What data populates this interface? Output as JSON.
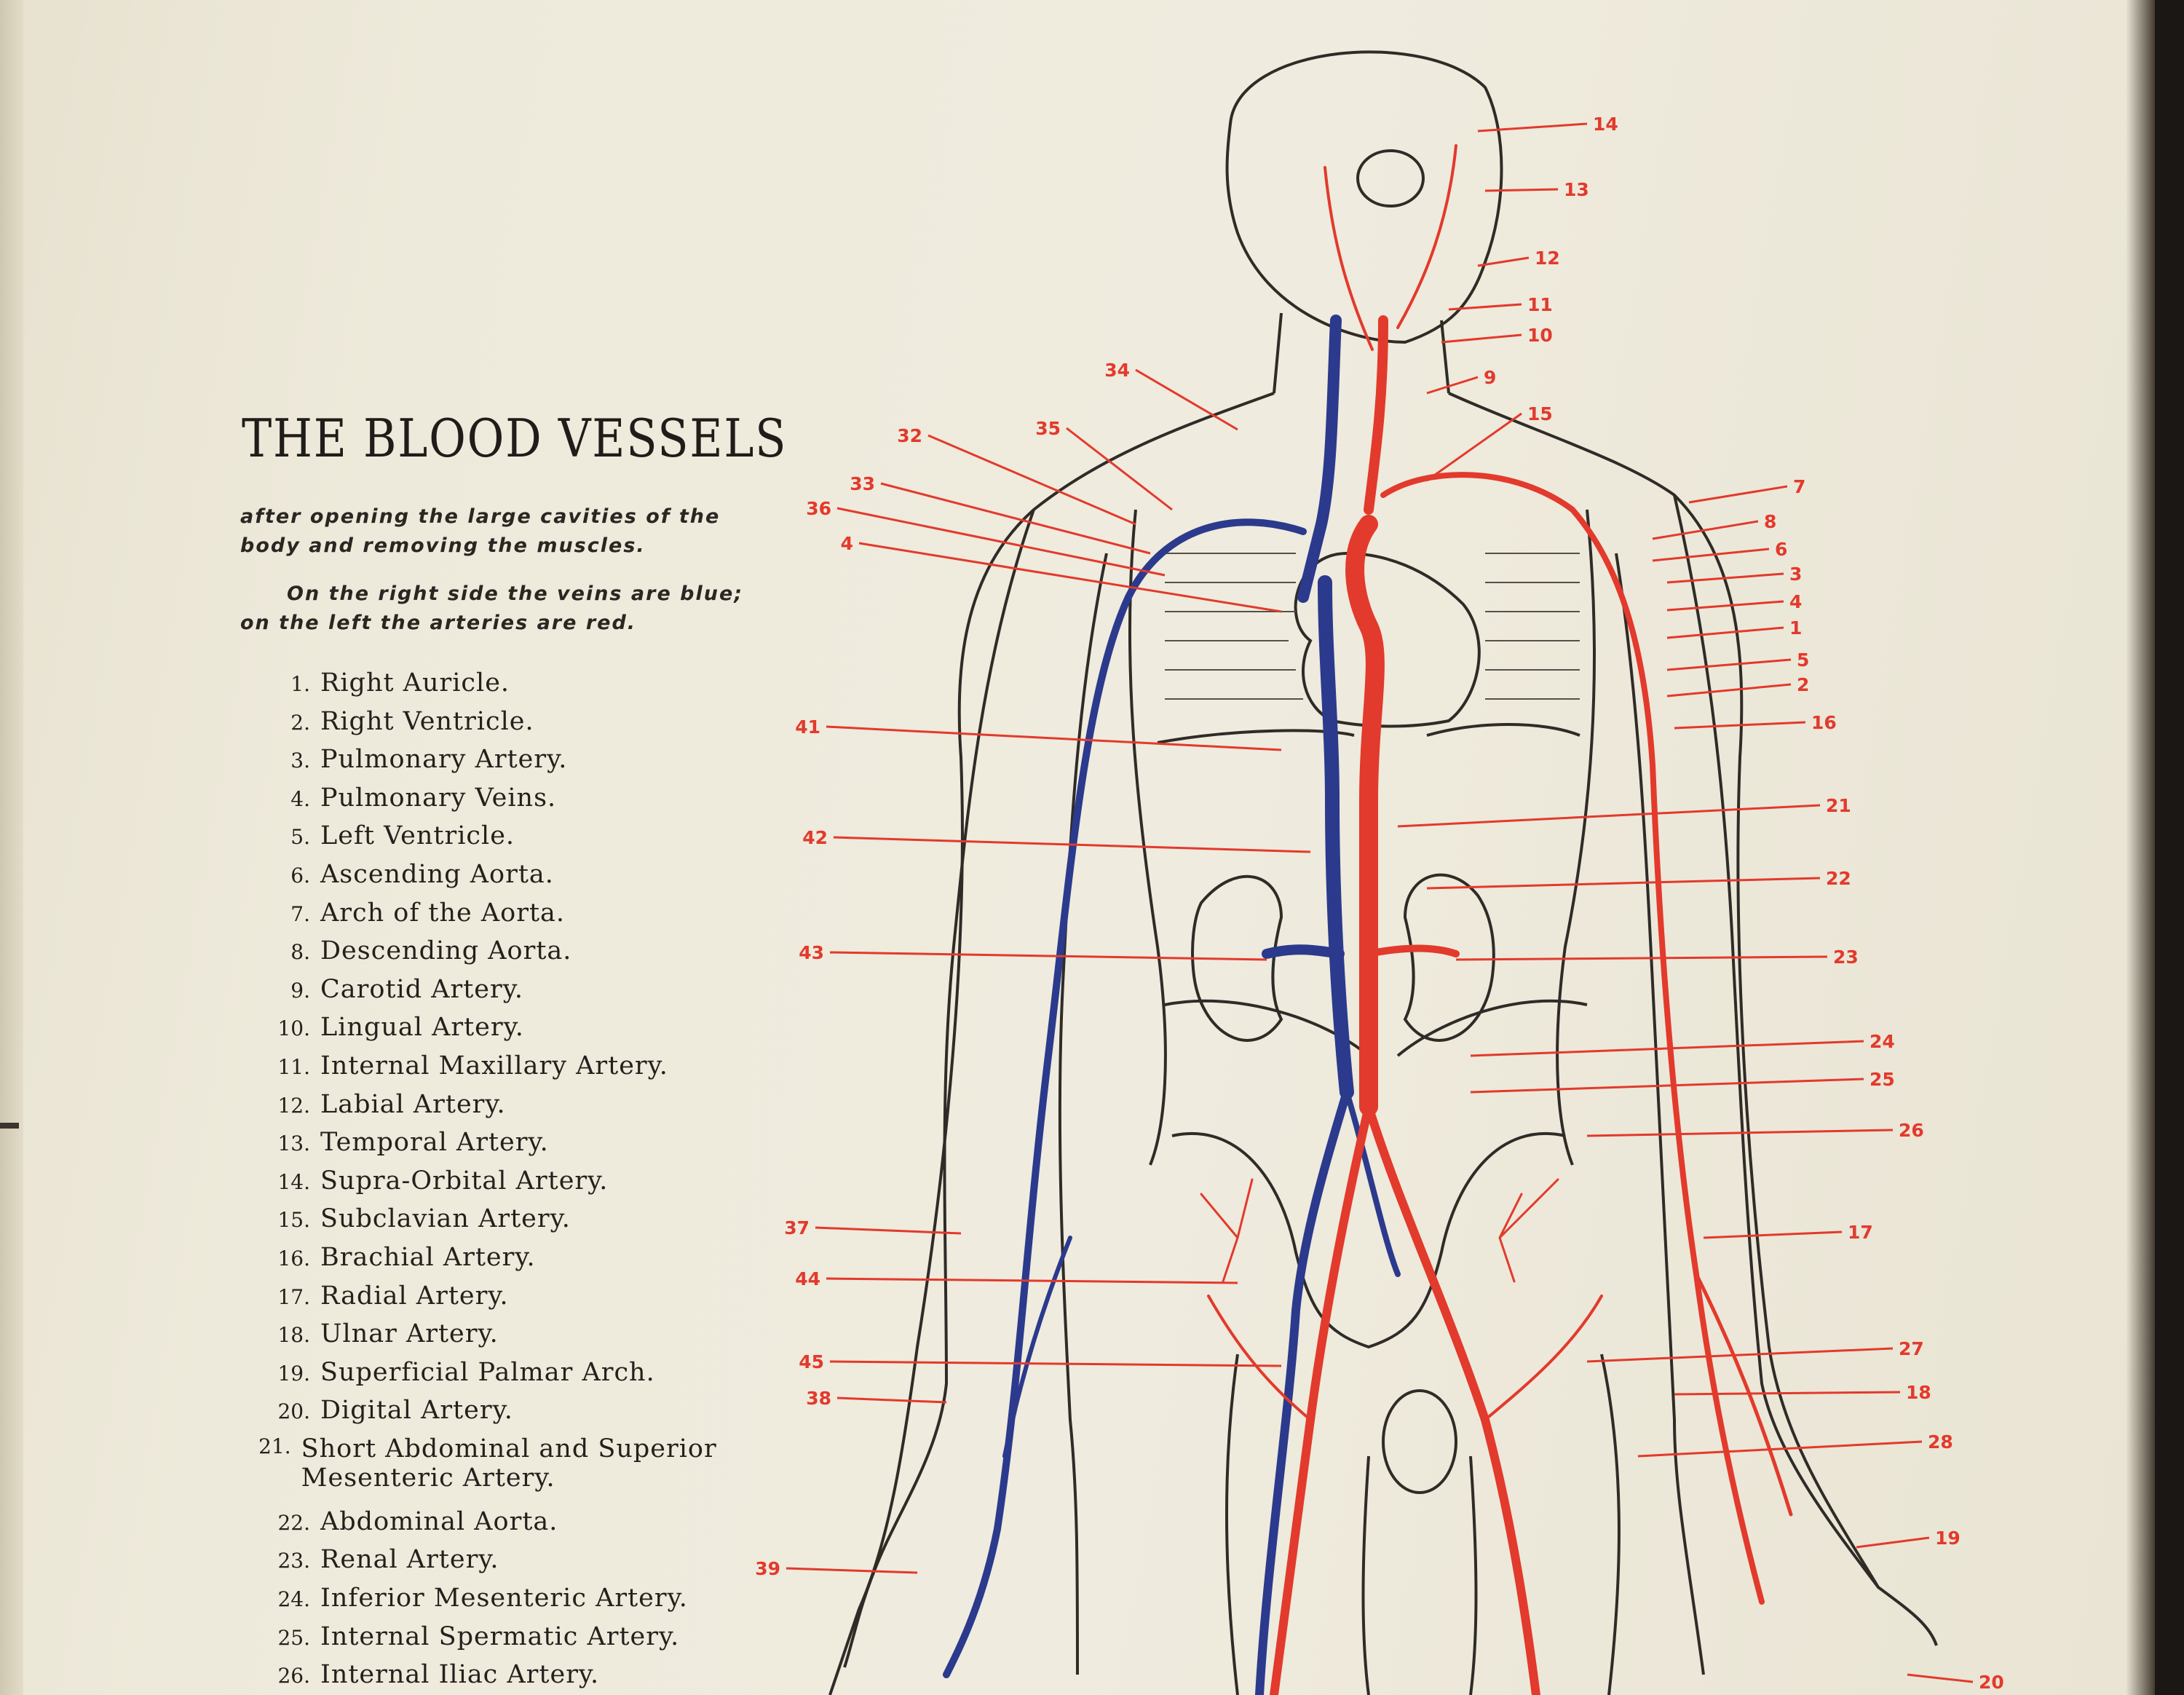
{
  "title": "THE BLOOD VESSELS",
  "subtitle": "after opening the large cavities of the body and removing the muscles.",
  "note": "On the right side the veins are blue; on the left the arteries are red.",
  "legend": [
    {
      "num": "1.",
      "label": "Right Auricle."
    },
    {
      "num": "2.",
      "label": "Right Ventricle."
    },
    {
      "num": "3.",
      "label": "Pulmonary Artery."
    },
    {
      "num": "4.",
      "label": "Pulmonary Veins."
    },
    {
      "num": "5.",
      "label": "Left Ventricle."
    },
    {
      "num": "6.",
      "label": "Ascending Aorta."
    },
    {
      "num": "7.",
      "label": "Arch of the Aorta."
    },
    {
      "num": "8.",
      "label": "Descending Aorta."
    },
    {
      "num": "9.",
      "label": "Carotid Artery."
    },
    {
      "num": "10.",
      "label": "Lingual Artery."
    },
    {
      "num": "11.",
      "label": "Internal Maxillary Artery."
    },
    {
      "num": "12.",
      "label": "Labial Artery."
    },
    {
      "num": "13.",
      "label": "Temporal Artery."
    },
    {
      "num": "14.",
      "label": "Supra-Orbital Artery."
    },
    {
      "num": "15.",
      "label": "Subclavian Artery."
    },
    {
      "num": "16.",
      "label": "Brachial Artery."
    },
    {
      "num": "17.",
      "label": "Radial Artery."
    },
    {
      "num": "18.",
      "label": "Ulnar Artery."
    },
    {
      "num": "19.",
      "label": "Superficial Palmar Arch."
    },
    {
      "num": "20.",
      "label": "Digital Artery."
    },
    {
      "num": "21.",
      "label": "Short Abdominal and Superior Mesenteric Artery."
    },
    {
      "num": "22.",
      "label": "Abdominal Aorta."
    },
    {
      "num": "23.",
      "label": "Renal Artery."
    },
    {
      "num": "24.",
      "label": "Inferior Mesenteric Artery."
    },
    {
      "num": "25.",
      "label": "Internal Spermatic Artery."
    },
    {
      "num": "26.",
      "label": "Internal Iliac Artery."
    }
  ],
  "callouts_left": [
    "34",
    "32",
    "35",
    "33",
    "36",
    "4",
    "41",
    "42",
    "43",
    "37",
    "44",
    "45",
    "38",
    "39"
  ],
  "callouts_right": [
    "14",
    "13",
    "12",
    "11",
    "10",
    "9",
    "15",
    "7",
    "8",
    "6",
    "3",
    "4",
    "1",
    "5",
    "2",
    "16",
    "21",
    "22",
    "23",
    "24",
    "25",
    "26",
    "17",
    "27",
    "18",
    "28",
    "19",
    "20"
  ],
  "colors": {
    "paper": "#eeeadb",
    "ink": "#24201c",
    "artery": "#e23a2c",
    "vein": "#2b3a8c"
  }
}
